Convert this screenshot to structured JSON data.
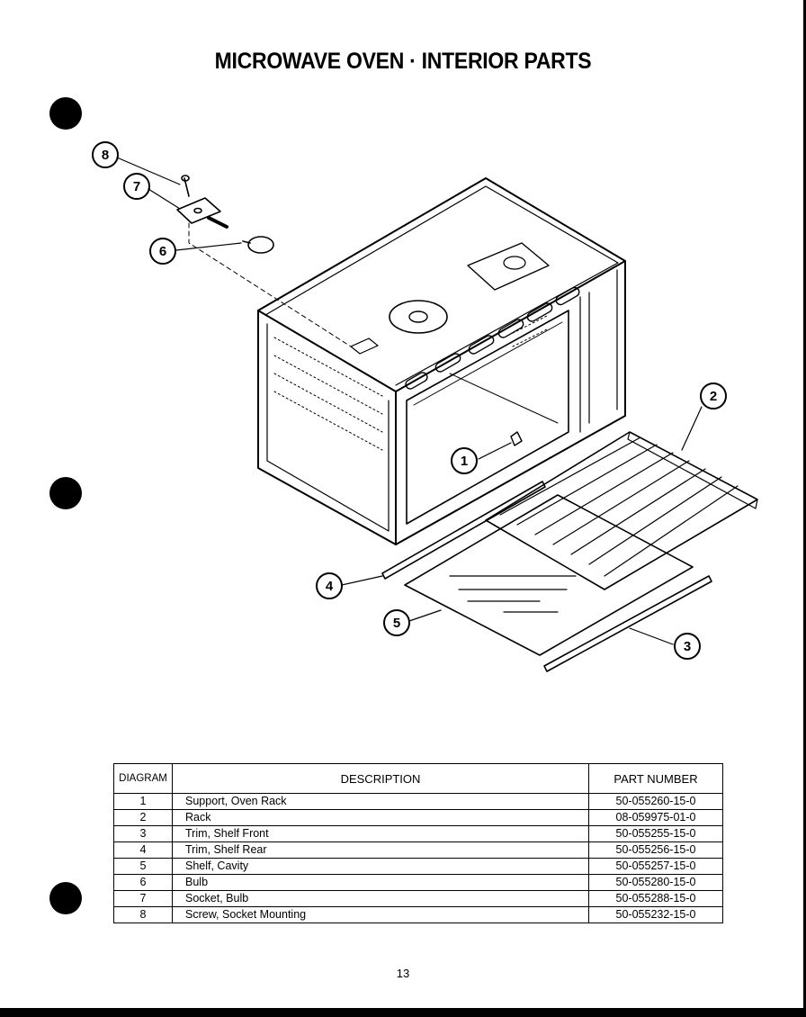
{
  "page": {
    "title": "MICROWAVE OVEN · INTERIOR PARTS",
    "page_number": "13"
  },
  "diagram": {
    "callouts": [
      "1",
      "2",
      "3",
      "4",
      "5",
      "6",
      "7",
      "8"
    ]
  },
  "parts_table": {
    "headers": [
      "DIAGRAM",
      "DESCRIPTION",
      "PART NUMBER"
    ],
    "rows": [
      {
        "diagram": "1",
        "description": "Support, Oven Rack",
        "part_number": "50-055260-15-0"
      },
      {
        "diagram": "2",
        "description": "Rack",
        "part_number": "08-059975-01-0"
      },
      {
        "diagram": "3",
        "description": "Trim, Shelf Front",
        "part_number": "50-055255-15-0"
      },
      {
        "diagram": "4",
        "description": "Trim, Shelf Rear",
        "part_number": "50-055256-15-0"
      },
      {
        "diagram": "5",
        "description": "Shelf, Cavity",
        "part_number": "50-055257-15-0"
      },
      {
        "diagram": "6",
        "description": "Bulb",
        "part_number": "50-055280-15-0"
      },
      {
        "diagram": "7",
        "description": "Socket, Bulb",
        "part_number": "50-055288-15-0"
      },
      {
        "diagram": "8",
        "description": "Screw, Socket Mounting",
        "part_number": "50-055232-15-0"
      }
    ]
  }
}
